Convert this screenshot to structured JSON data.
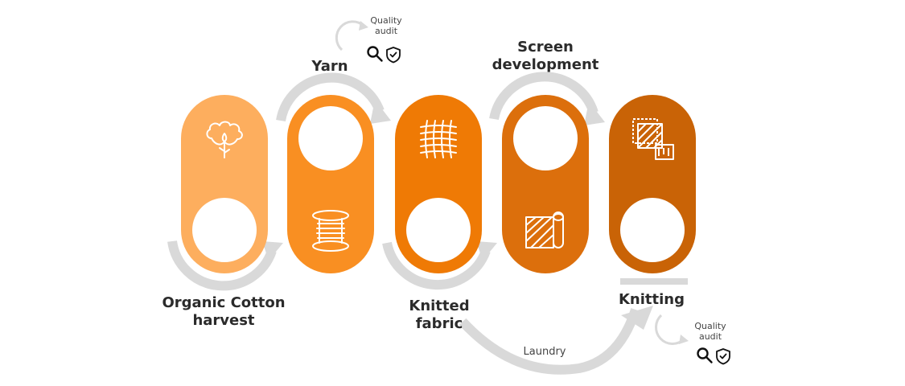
{
  "colors": {
    "stage1": "#FDAE5E",
    "stage2": "#F98F22",
    "stage3": "#EF7A05",
    "stage4": "#DC6F0C",
    "stage5": "#C96306",
    "arrow": "#D9D9D9",
    "text": "#2B2B2B"
  },
  "stages": [
    {
      "label": "Organic Cotton harvest",
      "icon": "cotton-flower-icon"
    },
    {
      "label": "Yarn",
      "icon": "yarn-spool-icon"
    },
    {
      "label": "Knitted fabric",
      "icon": "woven-fabric-icon"
    },
    {
      "label": "Screen development",
      "icon": "fabric-roll-icon"
    },
    {
      "label": "Knitting",
      "icon": "fabric-swatch-icon"
    }
  ],
  "labels": {
    "quality_audit_1": "Quality audit",
    "quality_audit_2": "Quality audit",
    "laundry": "Laundry",
    "yarn": "Yarn",
    "screen_line1": "Screen",
    "screen_line2": "development",
    "knitted_line1": "Knitted",
    "knitted_line2": "fabric",
    "organic_line1": "Organic Cotton",
    "organic_line2": "harvest",
    "knitting": "Knitting"
  },
  "audit_icons": [
    "magnifier-icon",
    "shield-check-icon"
  ]
}
